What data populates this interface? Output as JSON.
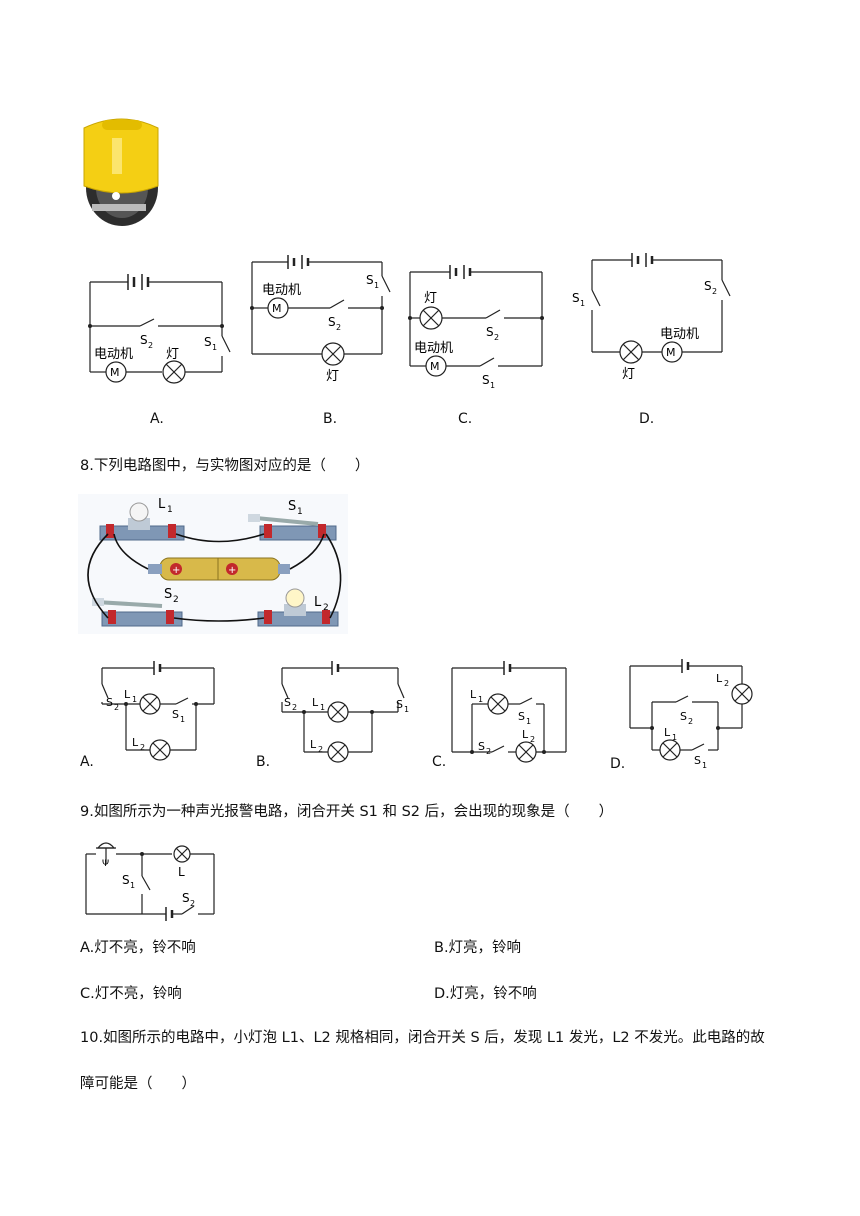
{
  "q7": {
    "options": {
      "a": "A.",
      "b": "B.",
      "c": "C.",
      "d": "D."
    },
    "symbols": {
      "motor_text": "电动机",
      "lamp_text": "灯",
      "s1": "S",
      "s1_sub": "1",
      "s2": "S",
      "s2_sub": "2",
      "m": "M"
    }
  },
  "q8": {
    "title": "8.下列电路图中，与实物图对应的是（　　）",
    "photo_labels": {
      "l1": "L",
      "l1_sub": "1",
      "l2": "L",
      "l2_sub": "2",
      "s1": "S",
      "s1_sub": "1",
      "s2": "S",
      "s2_sub": "2"
    },
    "options": {
      "a": "A.",
      "b": "B.",
      "c": "C.",
      "d": "D."
    }
  },
  "q9": {
    "title": "9.如图所示为一种声光报警电路，闭合开关 S1 和 S2 后，会出现的现象是（　　）",
    "labels": {
      "s1": "S",
      "s1_sub": "1",
      "s2": "S",
      "s2_sub": "2",
      "l": "L"
    },
    "options": {
      "a": "A.灯不亮，铃不响",
      "b": "B.灯亮，铃响",
      "c": "C.灯不亮，铃响",
      "d": "D.灯亮，铃不响"
    }
  },
  "q10": {
    "line1": "10.如图所示的电路中，小灯泡 L1、L2 规格相同，闭合开关 S 后，发现 L1 发光，L2 不发光。此电路的故",
    "line2": "障可能是（　　）"
  }
}
